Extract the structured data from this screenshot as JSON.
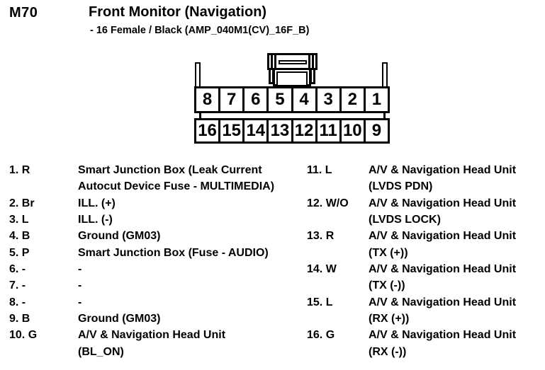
{
  "header": {
    "code": "M70",
    "title": "Front Monitor (Navigation)",
    "subtitle": "- 16 Female / Black (AMP_040M1(CV)_16F_B)"
  },
  "connector": {
    "top_row": [
      "8",
      "7",
      "6",
      "5",
      "4",
      "3",
      "2",
      "1"
    ],
    "bottom_row": [
      "16",
      "15",
      "14",
      "13",
      "12",
      "11",
      "10",
      "9"
    ]
  },
  "pin_list": {
    "left": [
      {
        "label": "1. R",
        "desc": "Smart Junction Box (Leak Current\nAutocut Device Fuse - MULTIMEDIA)"
      },
      {
        "label": "2. Br",
        "desc": "ILL. (+)"
      },
      {
        "label": "3. L",
        "desc": "ILL. (-)"
      },
      {
        "label": "4. B",
        "desc": "Ground (GM03)"
      },
      {
        "label": "5. P",
        "desc": "Smart Junction Box (Fuse - AUDIO)"
      },
      {
        "label": "6. -",
        "desc": "-"
      },
      {
        "label": "7. -",
        "desc": "-"
      },
      {
        "label": "8. -",
        "desc": "-"
      },
      {
        "label": "9. B",
        "desc": "Ground (GM03)"
      },
      {
        "label": "10. G",
        "desc": "A/V & Navigation Head Unit\n(BL_ON)"
      }
    ],
    "right": [
      {
        "label": "11. L",
        "desc": "A/V & Navigation Head Unit\n(LVDS PDN)"
      },
      {
        "label": "12. W/O",
        "desc": "A/V & Navigation Head Unit\n(LVDS LOCK)"
      },
      {
        "label": "13. R",
        "desc": "A/V & Navigation Head Unit\n(TX (+))"
      },
      {
        "label": "14. W",
        "desc": "A/V & Navigation Head Unit\n(TX (-))"
      },
      {
        "label": "15. L",
        "desc": "A/V & Navigation Head Unit\n(RX (+))"
      },
      {
        "label": "16. G",
        "desc": "A/V & Navigation Head Unit\n(RX (-))"
      }
    ]
  },
  "colors": {
    "ink": "#000000",
    "paper": "#ffffff"
  }
}
